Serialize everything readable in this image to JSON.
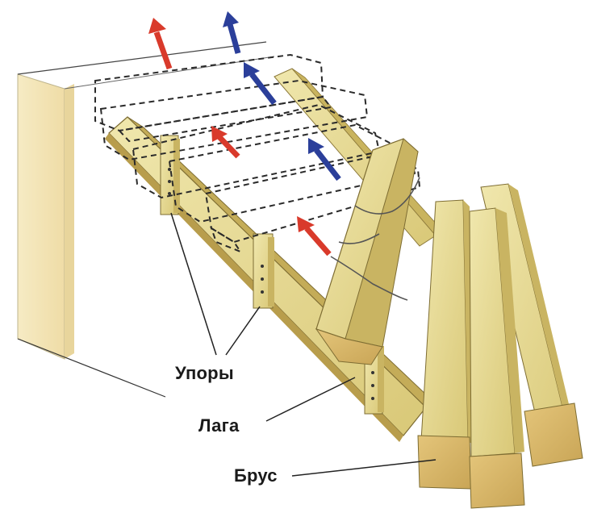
{
  "labels": {
    "upory": "Упоры",
    "laga": "Лага",
    "brus": "Брус"
  },
  "colors": {
    "background": "#ffffff",
    "wood_light": "#ece3a3",
    "wood_mid": "#dccd7c",
    "wood_dark": "#c8b25e",
    "wood_end": "#d7b866",
    "wall_face": "#f3e5b8",
    "arrow_red": "#d93a2b",
    "arrow_blue": "#2b3f9a",
    "dashed_outline": "#2a2a2a"
  },
  "icons": {
    "arrow_up_red": "arrow-up-right-icon",
    "arrow_up_blue": "arrow-up-right-icon"
  }
}
